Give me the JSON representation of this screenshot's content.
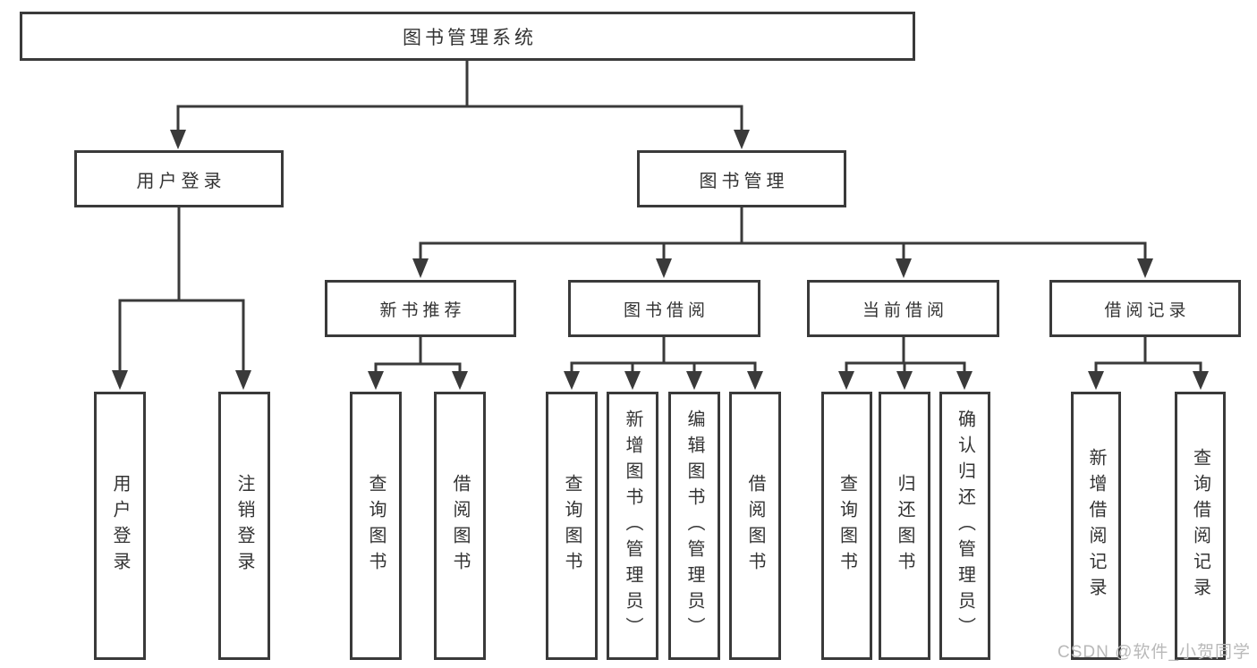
{
  "diagram": {
    "title": "图书管理系统",
    "level2": {
      "user_login": "用户登录",
      "book_management": "图书管理"
    },
    "level3": {
      "new_book_recommend": "新书推荐",
      "book_borrow": "图书借阅",
      "current_borrow": "当前借阅",
      "borrow_record": "借阅记录"
    },
    "level4": {
      "user_login_children": [
        "用户登录",
        "注销登录"
      ],
      "new_book_recommend_children": [
        "查询图书",
        "借阅图书"
      ],
      "book_borrow_children": [
        "查询图书",
        "新增图书（管理员）",
        "编辑图书（管理员）",
        "借阅图书"
      ],
      "current_borrow_children": [
        "查询图书",
        "归还图书",
        "确认归还（管理员）"
      ],
      "borrow_record_children": [
        "新增借阅记录",
        "查询借阅记录"
      ]
    }
  },
  "watermark": "CSDN @软件_小贺同学",
  "colors": {
    "line": "#3a3a3a",
    "box_border": "#3a3a3a",
    "text": "#333333",
    "watermark": "#b9b9b9",
    "background": "#ffffff"
  }
}
